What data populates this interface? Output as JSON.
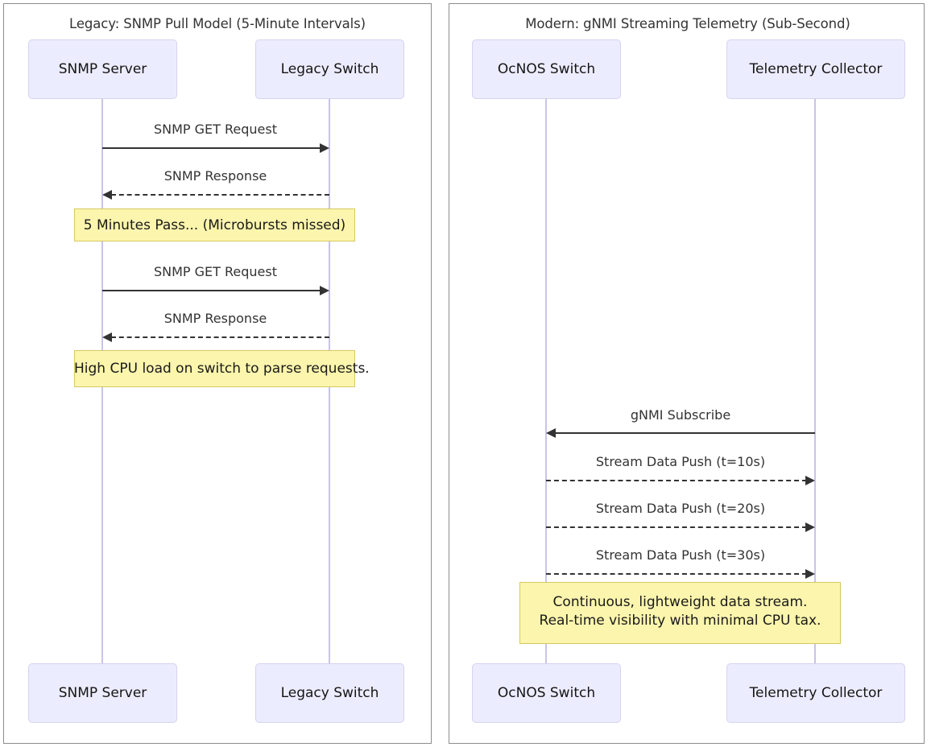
{
  "diagram": {
    "kind": "sequence-diagram-comparison",
    "panels": [
      {
        "id": "legacy",
        "title": "Legacy: SNMP Pull Model (5-Minute Intervals)",
        "participants": [
          {
            "label": "SNMP Server"
          },
          {
            "label": "Legacy Switch"
          }
        ],
        "messages": [
          {
            "label": "SNMP GET Request",
            "from": "SNMP Server",
            "to": "Legacy Switch",
            "style": "solid",
            "direction": "right"
          },
          {
            "label": "SNMP Response",
            "from": "Legacy Switch",
            "to": "SNMP Server",
            "style": "dotted",
            "direction": "left"
          },
          {
            "label": "SNMP GET Request",
            "from": "SNMP Server",
            "to": "Legacy Switch",
            "style": "solid",
            "direction": "right"
          },
          {
            "label": "SNMP Response",
            "from": "Legacy Switch",
            "to": "SNMP Server",
            "style": "dotted",
            "direction": "left"
          }
        ],
        "notes": [
          {
            "text": "5 Minutes Pass... (Microbursts missed)"
          },
          {
            "text": "High CPU load on switch to parse requests."
          }
        ]
      },
      {
        "id": "modern",
        "title": "Modern: gNMI Streaming Telemetry (Sub-Second)",
        "participants": [
          {
            "label": "OcNOS Switch"
          },
          {
            "label": "Telemetry Collector"
          }
        ],
        "messages": [
          {
            "label": "gNMI Subscribe",
            "from": "Telemetry Collector",
            "to": "OcNOS Switch",
            "style": "solid",
            "direction": "left"
          },
          {
            "label": "Stream Data Push (t=10s)",
            "from": "OcNOS Switch",
            "to": "Telemetry Collector",
            "style": "dotted",
            "direction": "right"
          },
          {
            "label": "Stream Data Push (t=20s)",
            "from": "OcNOS Switch",
            "to": "Telemetry Collector",
            "style": "dotted",
            "direction": "right"
          },
          {
            "label": "Stream Data Push (t=30s)",
            "from": "OcNOS Switch",
            "to": "Telemetry Collector",
            "style": "dotted",
            "direction": "right"
          }
        ],
        "notes": [
          {
            "line1": "Continuous, lightweight data stream.",
            "line2": "Real-time visibility with minimal CPU tax."
          }
        ]
      }
    ],
    "colors": {
      "participant_fill": "#ececff",
      "participant_border": "#d6d2ef",
      "lifeline": "#c8c4e8",
      "note_fill": "#fbf5ad",
      "note_border": "#d6c95f",
      "arrow": "#333333",
      "panel_border": "#8c8c8c",
      "text": "#333333",
      "background": "#ffffff"
    }
  }
}
